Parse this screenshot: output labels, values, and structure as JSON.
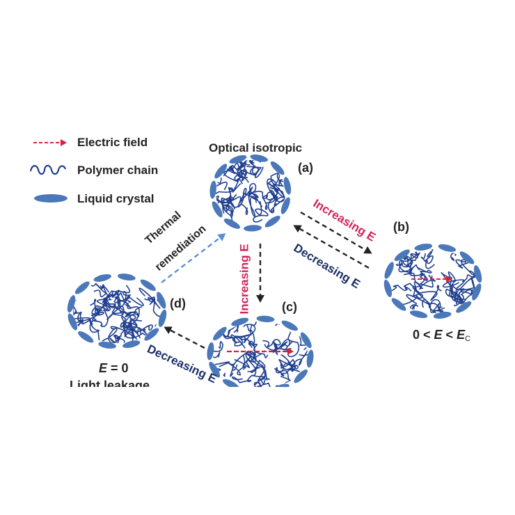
{
  "legend": {
    "electric_field": "Electric field",
    "polymer_chain": "Polymer chain",
    "liquid_crystal": "Liquid crystal"
  },
  "states": {
    "a": {
      "tag": "(a)",
      "title": "Optical isotropic"
    },
    "b": {
      "tag": "(b)",
      "condition": {
        "prefix": "0 < ",
        "var": "E",
        "mid": " < ",
        "var2": "E",
        "sub": "C"
      }
    },
    "c": {
      "tag": "(c)"
    },
    "d": {
      "tag": "(d)",
      "condition": {
        "var": "E",
        "rest": " = 0"
      },
      "caption": "Light leakage"
    }
  },
  "transitions": {
    "a_to_b": "Increasing E",
    "b_to_a": "Decreasing E",
    "a_to_c": "Increasing E",
    "c_to_d": "Decreasing E",
    "d_to_a_line1": "Thermal",
    "d_to_a_line2": "remediation"
  },
  "colors": {
    "polymer": "#1f3f8f",
    "liquid_crystal": "#4a78b8",
    "field_arrow": "#d32335",
    "increasing_text": "#d0245a",
    "decreasing_text": "#1a2e66",
    "thermal_arrow": "#5b8fd0",
    "dark_arrow": "#222222"
  }
}
